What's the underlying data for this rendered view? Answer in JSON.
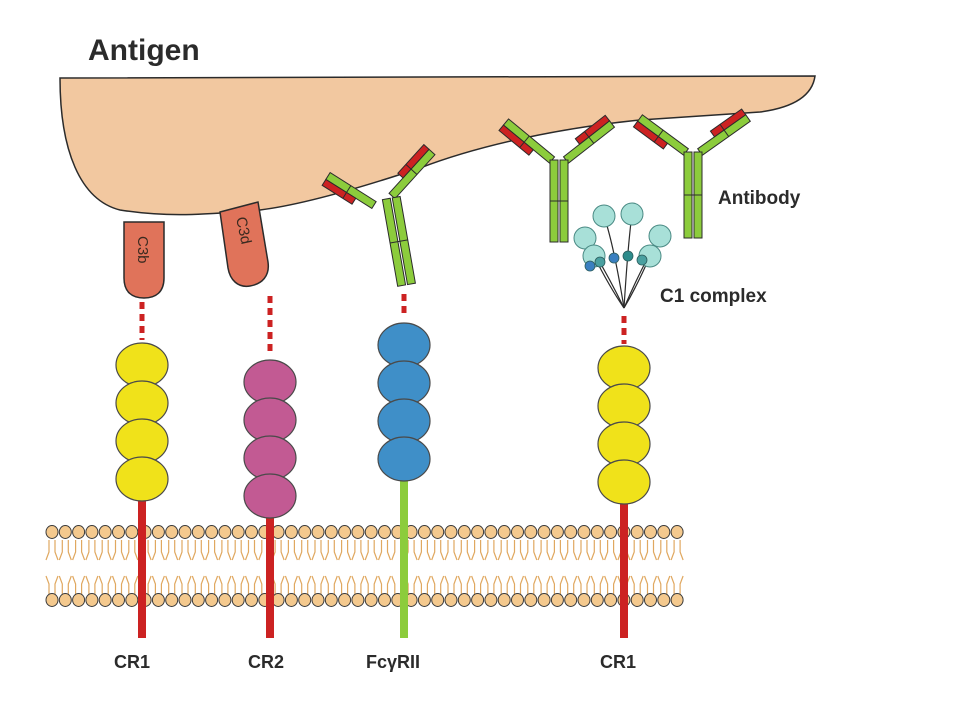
{
  "title": "Antigen",
  "labels": {
    "antibody": "Antibody",
    "c1_complex": "C1 complex"
  },
  "fragments": [
    {
      "id": "c3b",
      "label": "C3b"
    },
    {
      "id": "c3d",
      "label": "C3d"
    }
  ],
  "receptors": [
    {
      "id": "cr1-left",
      "label": "CR1",
      "domain_color": "#f0e21a",
      "stalk_color": "#cc2222"
    },
    {
      "id": "cr2",
      "label": "CR2",
      "domain_color": "#c25a93",
      "stalk_color": "#cc2222"
    },
    {
      "id": "fcgrii",
      "label": "FcγRII",
      "domain_color": "#3f8fc8",
      "stalk_color": "#8ccc3c"
    },
    {
      "id": "cr1-right",
      "label": "CR1",
      "domain_color": "#f0e21a",
      "stalk_color": "#cc2222"
    }
  ],
  "colors": {
    "antigen": "#f2c8a0",
    "fragment": "#e0735a",
    "antibody_heavy": "#8ccc3c",
    "antibody_light": "#cc2222",
    "c1_head": "#a8e0d8",
    "lipid_head": "#f4c98e",
    "dash": "#cc2222"
  }
}
